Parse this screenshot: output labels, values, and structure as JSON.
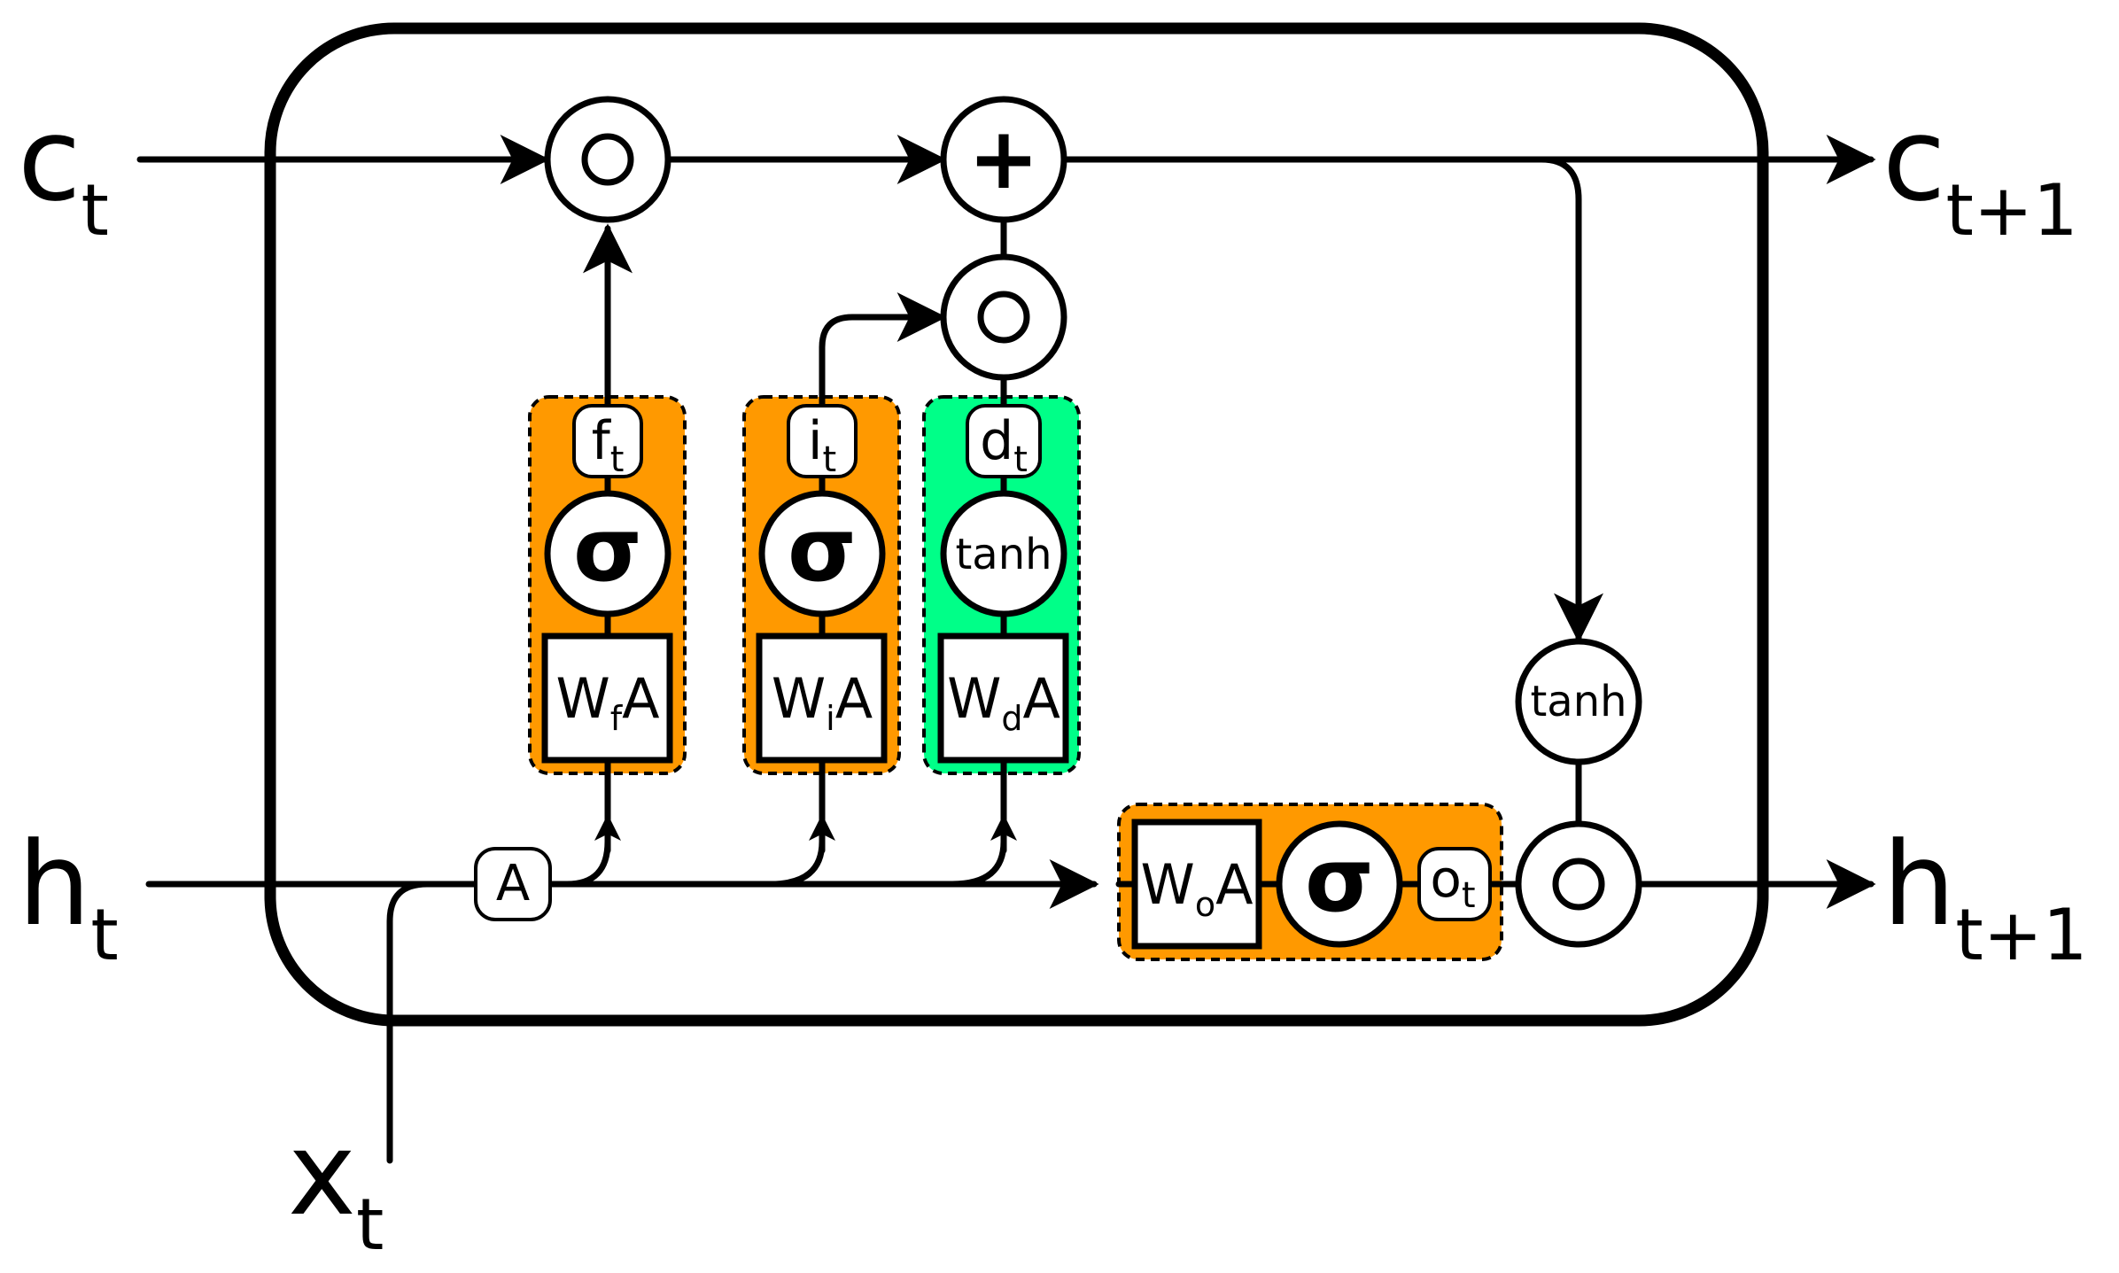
{
  "colors": {
    "gate": "#ff9900",
    "candidate": "#00ff88",
    "line": "#000000",
    "node_fill": "#ffffff"
  },
  "io_labels": {
    "c_in": {
      "base": "c",
      "sub": "t"
    },
    "c_out": {
      "base": "c",
      "sub": "t+1"
    },
    "h_in": {
      "base": "h",
      "sub": "t"
    },
    "h_out": {
      "base": "h",
      "sub": "t+1"
    },
    "x_in": {
      "base": "x",
      "sub": "t"
    }
  },
  "ops": {
    "plus": "+",
    "concat": "A"
  },
  "gates": {
    "forget": {
      "activation": "σ",
      "weight": {
        "base": "W",
        "sub": "f",
        "tail": "A"
      },
      "output": {
        "base": "f",
        "sub": "t"
      }
    },
    "input": {
      "activation": "σ",
      "weight": {
        "base": "W",
        "sub": "i",
        "tail": "A"
      },
      "output": {
        "base": "i",
        "sub": "t"
      }
    },
    "candidate": {
      "activation": "tanh",
      "weight": {
        "base": "W",
        "sub": "d",
        "tail": "A"
      },
      "output": {
        "base": "d",
        "sub": "t"
      }
    },
    "output": {
      "activation": "σ",
      "weight": {
        "base": "W",
        "sub": "o",
        "tail": "A"
      },
      "output": {
        "base": "o",
        "sub": "t"
      }
    }
  },
  "cell_activation": "tanh"
}
